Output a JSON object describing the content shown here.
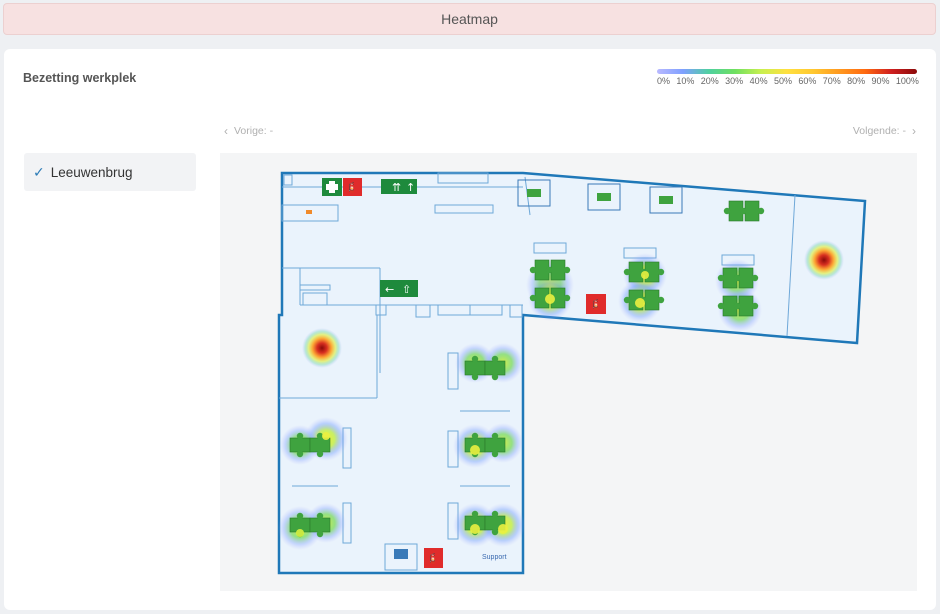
{
  "header": {
    "title": "Heatmap"
  },
  "card": {
    "title": "Bezetting werkplek"
  },
  "legend": {
    "labels": [
      "0%",
      "10%",
      "20%",
      "30%",
      "40%",
      "50%",
      "60%",
      "70%",
      "80%",
      "90%",
      "100%"
    ],
    "colors": [
      "#b9b9ff",
      "#7fa0ff",
      "#4fd0a0",
      "#6fe060",
      "#c8f050",
      "#ffe040",
      "#ffc830",
      "#ff9a20",
      "#ff6a10",
      "#d02020",
      "#8b0a0a"
    ]
  },
  "nav": {
    "prev_label": "Vorige: -",
    "next_label": "Volgende: -"
  },
  "sidebar": {
    "items": [
      {
        "label": "Leeuwenbrug",
        "selected": true
      }
    ]
  },
  "floorplan": {
    "support_label": "Support"
  },
  "colors": {
    "wall": "#1f78b8",
    "floor": "#eaf3fc",
    "desk": "#3fa33f",
    "exit_sign": "#1e8a3c",
    "fire_sign": "#e02b2b"
  }
}
